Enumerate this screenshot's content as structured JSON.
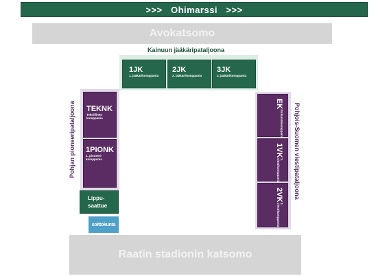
{
  "header": {
    "title": ">>>   Ohimarssi   >>>"
  },
  "stands": {
    "top": "Avokatsomo",
    "bottom": "Raatin stadionin katsomo"
  },
  "groups": {
    "top": "Kainuun jääkäripataljoona",
    "left": "Pohjan pioneeripataljoona",
    "right": "Pohjois-Suomen viestipataljoona"
  },
  "units": {
    "jk1": {
      "name": "1JK",
      "sub": "1. jääkärikomppania"
    },
    "jk2": {
      "name": "2JK",
      "sub": "2. jääkärikomppania"
    },
    "jk3": {
      "name": "3JK",
      "sub": "3. jääkärikomppania"
    },
    "teknk": {
      "name": "TEKNK",
      "sub": "Teknillinen komppania"
    },
    "pionk": {
      "name": "1PIONK",
      "sub": "1. pioneeri-komppania"
    },
    "ek": {
      "name": "EK",
      "sub": "Esikuntakomppania"
    },
    "vk1": {
      "name": "1VK",
      "sub": "1. viestikomppania"
    },
    "vk2": {
      "name": "2VK",
      "sub": "2. viestikomppania"
    },
    "lippu": {
      "name": "Lippu-\nsaattue"
    },
    "soitto": {
      "name": "soittokunta"
    }
  },
  "colors": {
    "green": "#24674c",
    "purple": "#5a2c63",
    "blue": "#4fa0c8",
    "stand": "#d5d5d5"
  }
}
